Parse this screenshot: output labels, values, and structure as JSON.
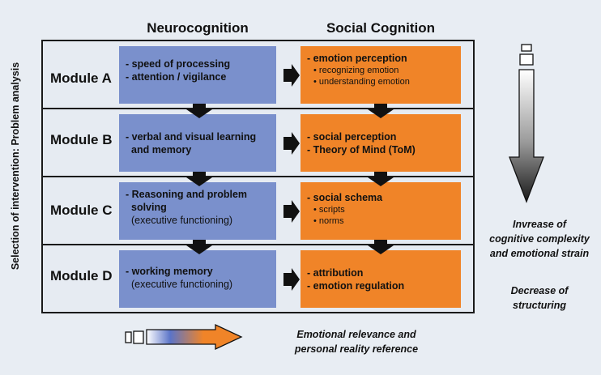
{
  "headers": {
    "neuro": "Neurocognition",
    "social": "Social Cognition"
  },
  "side_label": "Selection of intervention: Problem analysis",
  "modules": [
    {
      "label": "Module A",
      "neuro": [
        {
          "text": "- speed of processing",
          "bold": true
        },
        {
          "text": "- attention / vigilance",
          "bold": true
        }
      ],
      "social": [
        {
          "text": "- emotion perception",
          "bold": true
        },
        {
          "text": "• recognizing emotion",
          "sub": true
        },
        {
          "text": "• understanding emotion",
          "sub": true
        }
      ]
    },
    {
      "label": "Module B",
      "neuro": [
        {
          "text": "- verbal and visual learning",
          "bold": true
        },
        {
          "text": "and memory",
          "bold": true,
          "indent": true
        }
      ],
      "social": [
        {
          "text": "- social perception",
          "bold": true
        },
        {
          "text": "- Theory of Mind (ToM)",
          "bold": true
        }
      ]
    },
    {
      "label": "Module C",
      "neuro": [
        {
          "text": "- Reasoning and problem",
          "bold": true
        },
        {
          "text": "solving",
          "bold": true,
          "indent": true
        },
        {
          "text": "(executive functioning)",
          "indent": true
        }
      ],
      "social": [
        {
          "text": "-  social schema",
          "bold": true
        },
        {
          "text": "• scripts",
          "sub": true
        },
        {
          "text": "• norms",
          "sub": true
        }
      ]
    },
    {
      "label": "Module D",
      "neuro": [
        {
          "text": "- working memory",
          "bold": true
        },
        {
          "text": "(executive functioning)",
          "indent": true
        }
      ],
      "social": [
        {
          "text": "- attribution",
          "bold": true
        },
        {
          "text": "- emotion regulation",
          "bold": true
        }
      ]
    }
  ],
  "right_note_1": [
    "Invrease of",
    "cognitive complexity",
    "and emotional strain"
  ],
  "right_note_2": [
    "Decrease of",
    "structuring"
  ],
  "bottom_note": [
    "Emotional relevance and",
    "personal reality reference"
  ],
  "colors": {
    "blue": "#7a90cc",
    "orange": "#f08428",
    "frame": "#1a1a1a"
  }
}
